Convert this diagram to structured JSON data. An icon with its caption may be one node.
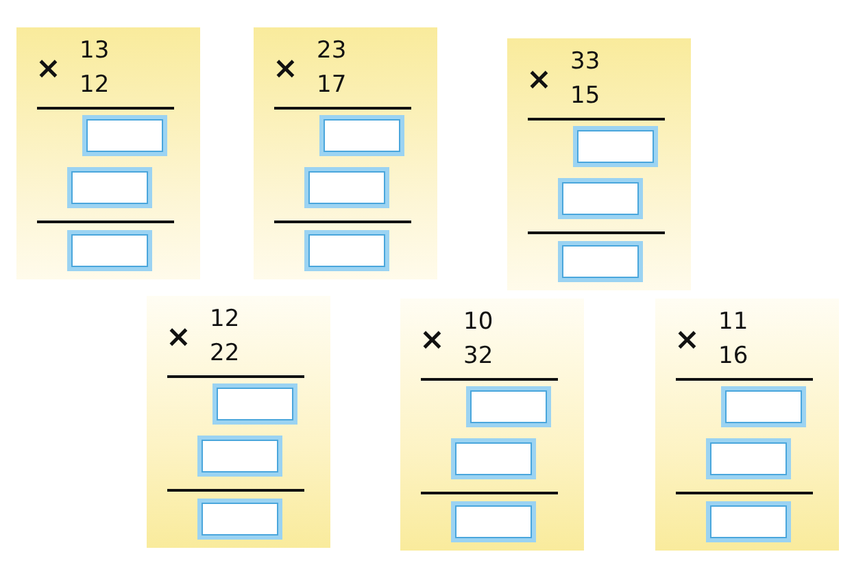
{
  "diagram": {
    "nodes": [
      {
        "text": [
          "×",
          "13",
          "12"
        ]
      },
      {
        "text": [],
        "shape": "box",
        "in": 0
      },
      {
        "text": [],
        "shape": "box",
        "in": 0
      },
      {
        "text": [],
        "shape": "box",
        "in": 0
      },
      {
        "text": [
          "×",
          "23",
          "17"
        ]
      },
      {
        "text": [],
        "shape": "box",
        "in": 4
      },
      {
        "text": [],
        "shape": "box",
        "in": 4
      },
      {
        "text": [],
        "shape": "box",
        "in": 4
      },
      {
        "text": [
          "×",
          "33",
          "15"
        ]
      },
      {
        "text": [],
        "shape": "box",
        "in": 8
      },
      {
        "text": [],
        "shape": "box",
        "in": 8
      },
      {
        "text": [],
        "shape": "box",
        "in": 8
      },
      {
        "text": [
          "×",
          "12",
          "22"
        ]
      },
      {
        "text": [],
        "shape": "box",
        "in": 12
      },
      {
        "text": [],
        "shape": "box",
        "in": 12
      },
      {
        "text": [],
        "shape": "box",
        "in": 12
      },
      {
        "text": [
          "×",
          "10",
          "32"
        ]
      },
      {
        "text": [],
        "shape": "box",
        "in": 16
      },
      {
        "text": [],
        "shape": "box",
        "in": 16
      },
      {
        "text": [],
        "shape": "box",
        "in": 16
      },
      {
        "text": [
          "×",
          "11",
          "16"
        ]
      },
      {
        "text": [],
        "shape": "box",
        "in": 20
      },
      {
        "text": [],
        "shape": "box",
        "in": 20
      },
      {
        "text": [],
        "shape": "box",
        "in": 20
      }
    ]
  }
}
